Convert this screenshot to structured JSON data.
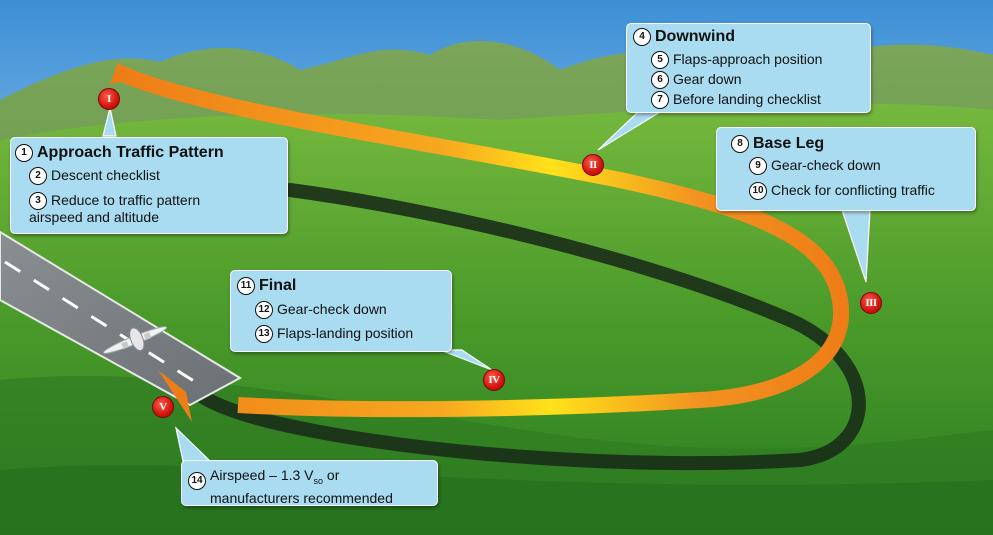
{
  "callouts": {
    "approach": {
      "title_num": "1",
      "title": "Approach Traffic Pattern",
      "items": [
        {
          "num": "2",
          "text": "Descent checklist"
        },
        {
          "num": "3",
          "line1": "Reduce to traffic pattern",
          "line2": "airspeed and altitude"
        }
      ]
    },
    "downwind": {
      "title_num": "4",
      "title": "Downwind",
      "items": [
        {
          "num": "5",
          "text": "Flaps-approach position"
        },
        {
          "num": "6",
          "text": "Gear down"
        },
        {
          "num": "7",
          "text": "Before landing checklist"
        }
      ]
    },
    "base": {
      "title_num": "8",
      "title": "Base Leg",
      "items": [
        {
          "num": "9",
          "text": "Gear-check down"
        },
        {
          "num": "10",
          "text": "Check for conflicting traffic"
        }
      ]
    },
    "final": {
      "title_num": "11",
      "title": "Final",
      "items": [
        {
          "num": "12",
          "text": "Gear-check down"
        },
        {
          "num": "13",
          "text": "Flaps-landing position"
        }
      ]
    },
    "airspeed": {
      "num": "14",
      "line1_prefix": "Airspeed – 1.3 V",
      "line1_sub": "so",
      "line1_suffix": " or",
      "line2": "manufacturers recommended"
    }
  },
  "markers": {
    "i": "I",
    "ii": "II",
    "iii": "III",
    "iv": "IV",
    "v": "V"
  },
  "colors": {
    "callout_fill": "#a9dcf0",
    "marker_red": "#d2140e",
    "path_orange": "#f08a1c",
    "path_yellow": "#ffe21a",
    "ground_track": "#1a2e18"
  },
  "icons": {
    "airplane": "airplane-icon",
    "runway": "runway"
  }
}
